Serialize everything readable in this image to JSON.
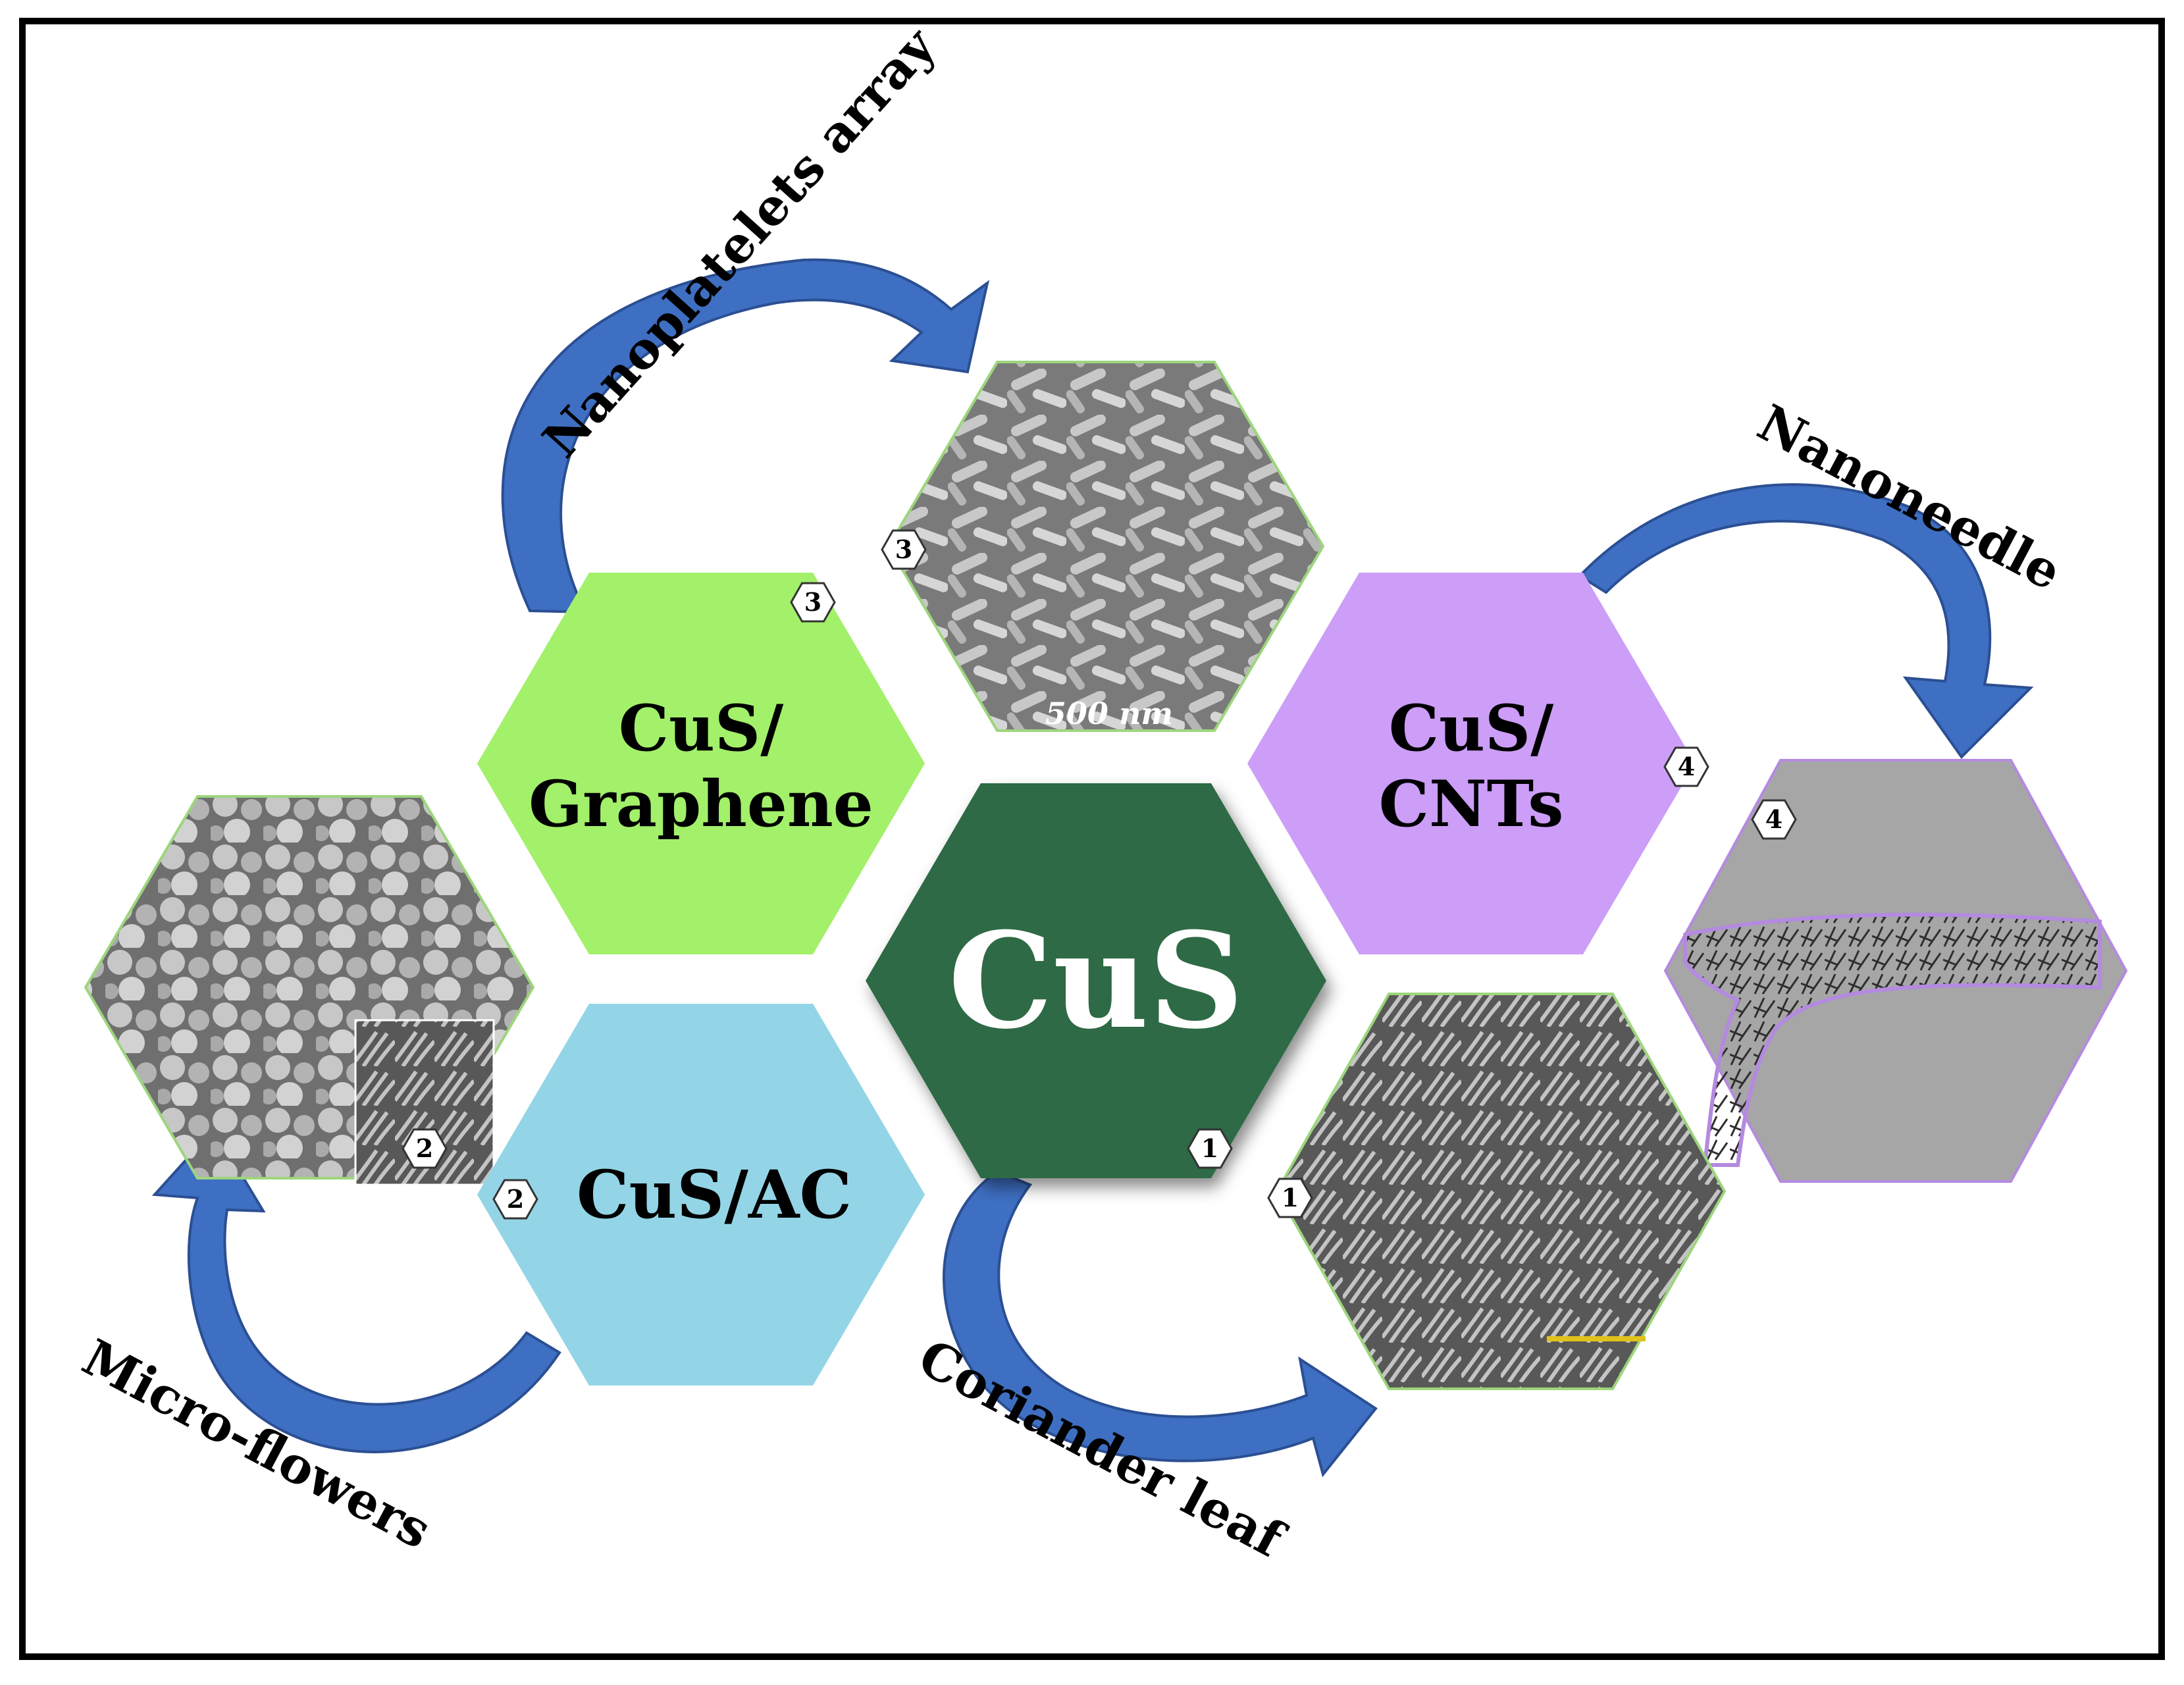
{
  "center": {
    "label": "CuS",
    "badge": "1",
    "color": "#2f6a44",
    "text_color": "#ffffff"
  },
  "composites": [
    {
      "id": "graphene",
      "line1": "CuS/",
      "line2": "Graphene",
      "badge": "3",
      "color": "#a3f06a"
    },
    {
      "id": "ac",
      "line1": "CuS/AC",
      "line2": "",
      "badge": "2",
      "color": "#93d5e6"
    },
    {
      "id": "cnts",
      "line1": "CuS/",
      "line2": "CNTs",
      "badge": "4",
      "color": "#cc9ef7"
    }
  ],
  "micrographs": [
    {
      "id": "nanoplatelets",
      "badge": "3",
      "scale_label": "500 nm"
    },
    {
      "id": "microflowers",
      "badge": "2",
      "scale_label": ""
    },
    {
      "id": "nanoneedle",
      "badge": "4",
      "scale_label": ""
    },
    {
      "id": "coriander",
      "badge": "1",
      "scale_label": ""
    }
  ],
  "morphologies": {
    "nanoplatelets": "Nanoplatelets array",
    "nanoneedle": "Nanoneedle",
    "microflowers": "Micro-flowers",
    "coriander": "Coriander leaf"
  },
  "colors": {
    "arrow": "#3e6fc2",
    "arrow_edge": "#2b4f93",
    "frame": "#000000",
    "micrograph_light": "#c9c9c9",
    "micrograph_dark": "#4d4d4d",
    "tem_background": "#a6a6a6"
  }
}
